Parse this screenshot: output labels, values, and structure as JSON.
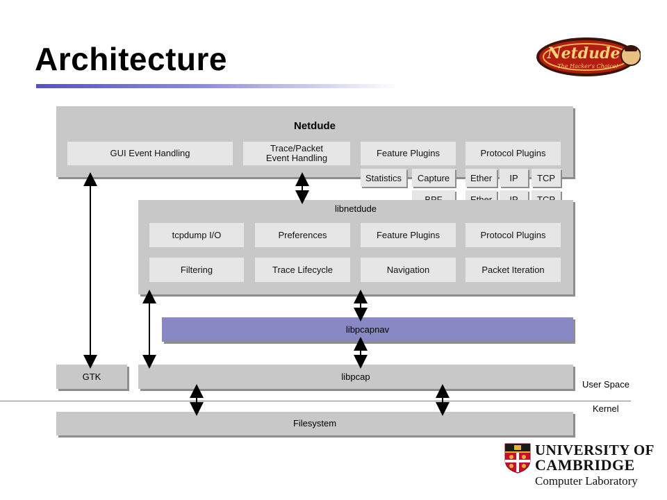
{
  "slide": {
    "title": "Architecture"
  },
  "diagram": {
    "netdude": {
      "title": "Netdude",
      "boxes": [
        "GUI Event Handling",
        "Trace/Packet Event Handling",
        "Feature Plugins",
        "Protocol Plugins"
      ],
      "feature_tabs": [
        "Statistics",
        "Capture",
        "BPF"
      ],
      "protocol_tabs_top": [
        "Ether",
        "IP",
        "TCP"
      ],
      "protocol_tabs_bottom": [
        "Ether",
        "IP",
        "TCP"
      ]
    },
    "libnetdude": {
      "title": "libnetdude",
      "row1": [
        "tcpdump I/O",
        "Preferences",
        "Feature Plugins",
        "Protocol Plugins"
      ],
      "row2": [
        "Filtering",
        "Trace Lifecycle",
        "Navigation",
        "Packet Iteration"
      ]
    },
    "libpcapnav": "libpcapnav",
    "gtk": "GTK",
    "libpcap": "libpcap",
    "filesystem": "Filesystem",
    "user_space_label": "User Space",
    "kernel_label": "Kernel"
  },
  "colors": {
    "panel": "#c8c8c8",
    "box": "#e6e6e6",
    "libpcapnav": "#8888c4",
    "title_underline": "#5252c8"
  },
  "logos": {
    "netdude_logo_text": "Netdude",
    "netdude_logo_tagline": "The Hacker's Choice!",
    "university_line1": "UNIVERSITY OF",
    "university_line2": "CAMBRIDGE",
    "university_line3": "Computer Laboratory",
    "crest_icon": "cambridge-crest-icon"
  }
}
